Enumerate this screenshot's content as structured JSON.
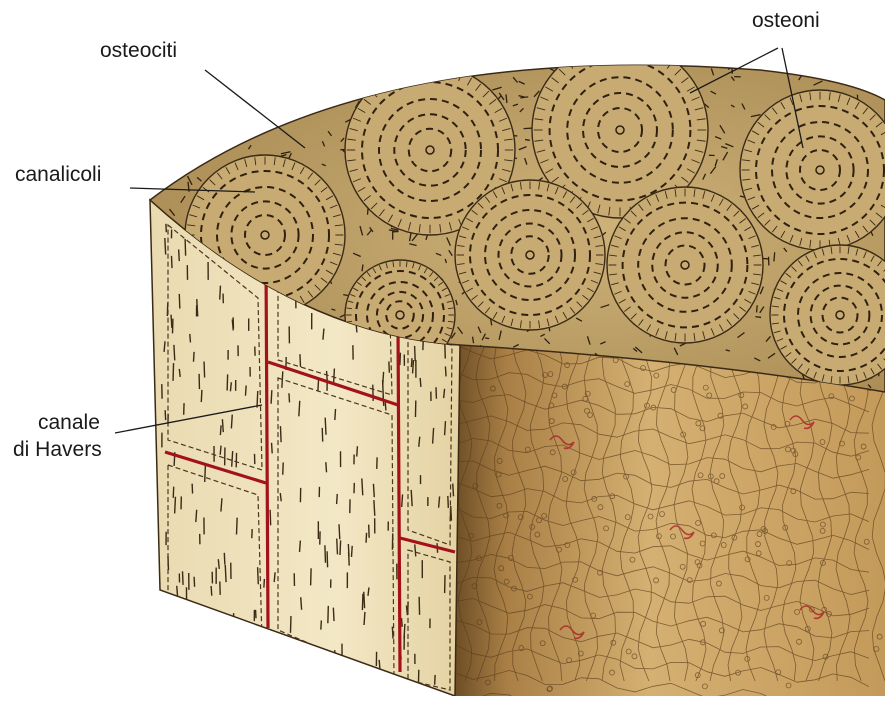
{
  "labels": {
    "osteociti": "osteociti",
    "osteoni": "osteoni",
    "canalicoli": "canalicoli",
    "canale_line1": "canale",
    "canale_line2": "di Havers"
  },
  "colors": {
    "background": "#ffffff",
    "bone_top": "#c2a46a",
    "bone_front": "#efe2b8",
    "bone_side": "#c79e5d",
    "havers_canal": "#a3121b",
    "ink": "#2a1d10"
  }
}
